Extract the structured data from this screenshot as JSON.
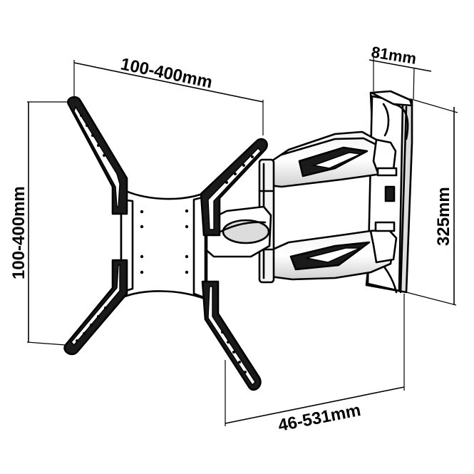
{
  "diagram": {
    "dimensions": {
      "vesa_horizontal": "100-400mm",
      "vesa_vertical": "100-400mm",
      "wall_plate_depth": "81mm",
      "wall_plate_height": "325mm",
      "extension_range": "46-531mm"
    },
    "colors": {
      "stroke": "#000000",
      "fill_light": "#ffffff",
      "fill_shade": "#e6e6e6",
      "fill_dark": "#1a1a1a"
    }
  }
}
